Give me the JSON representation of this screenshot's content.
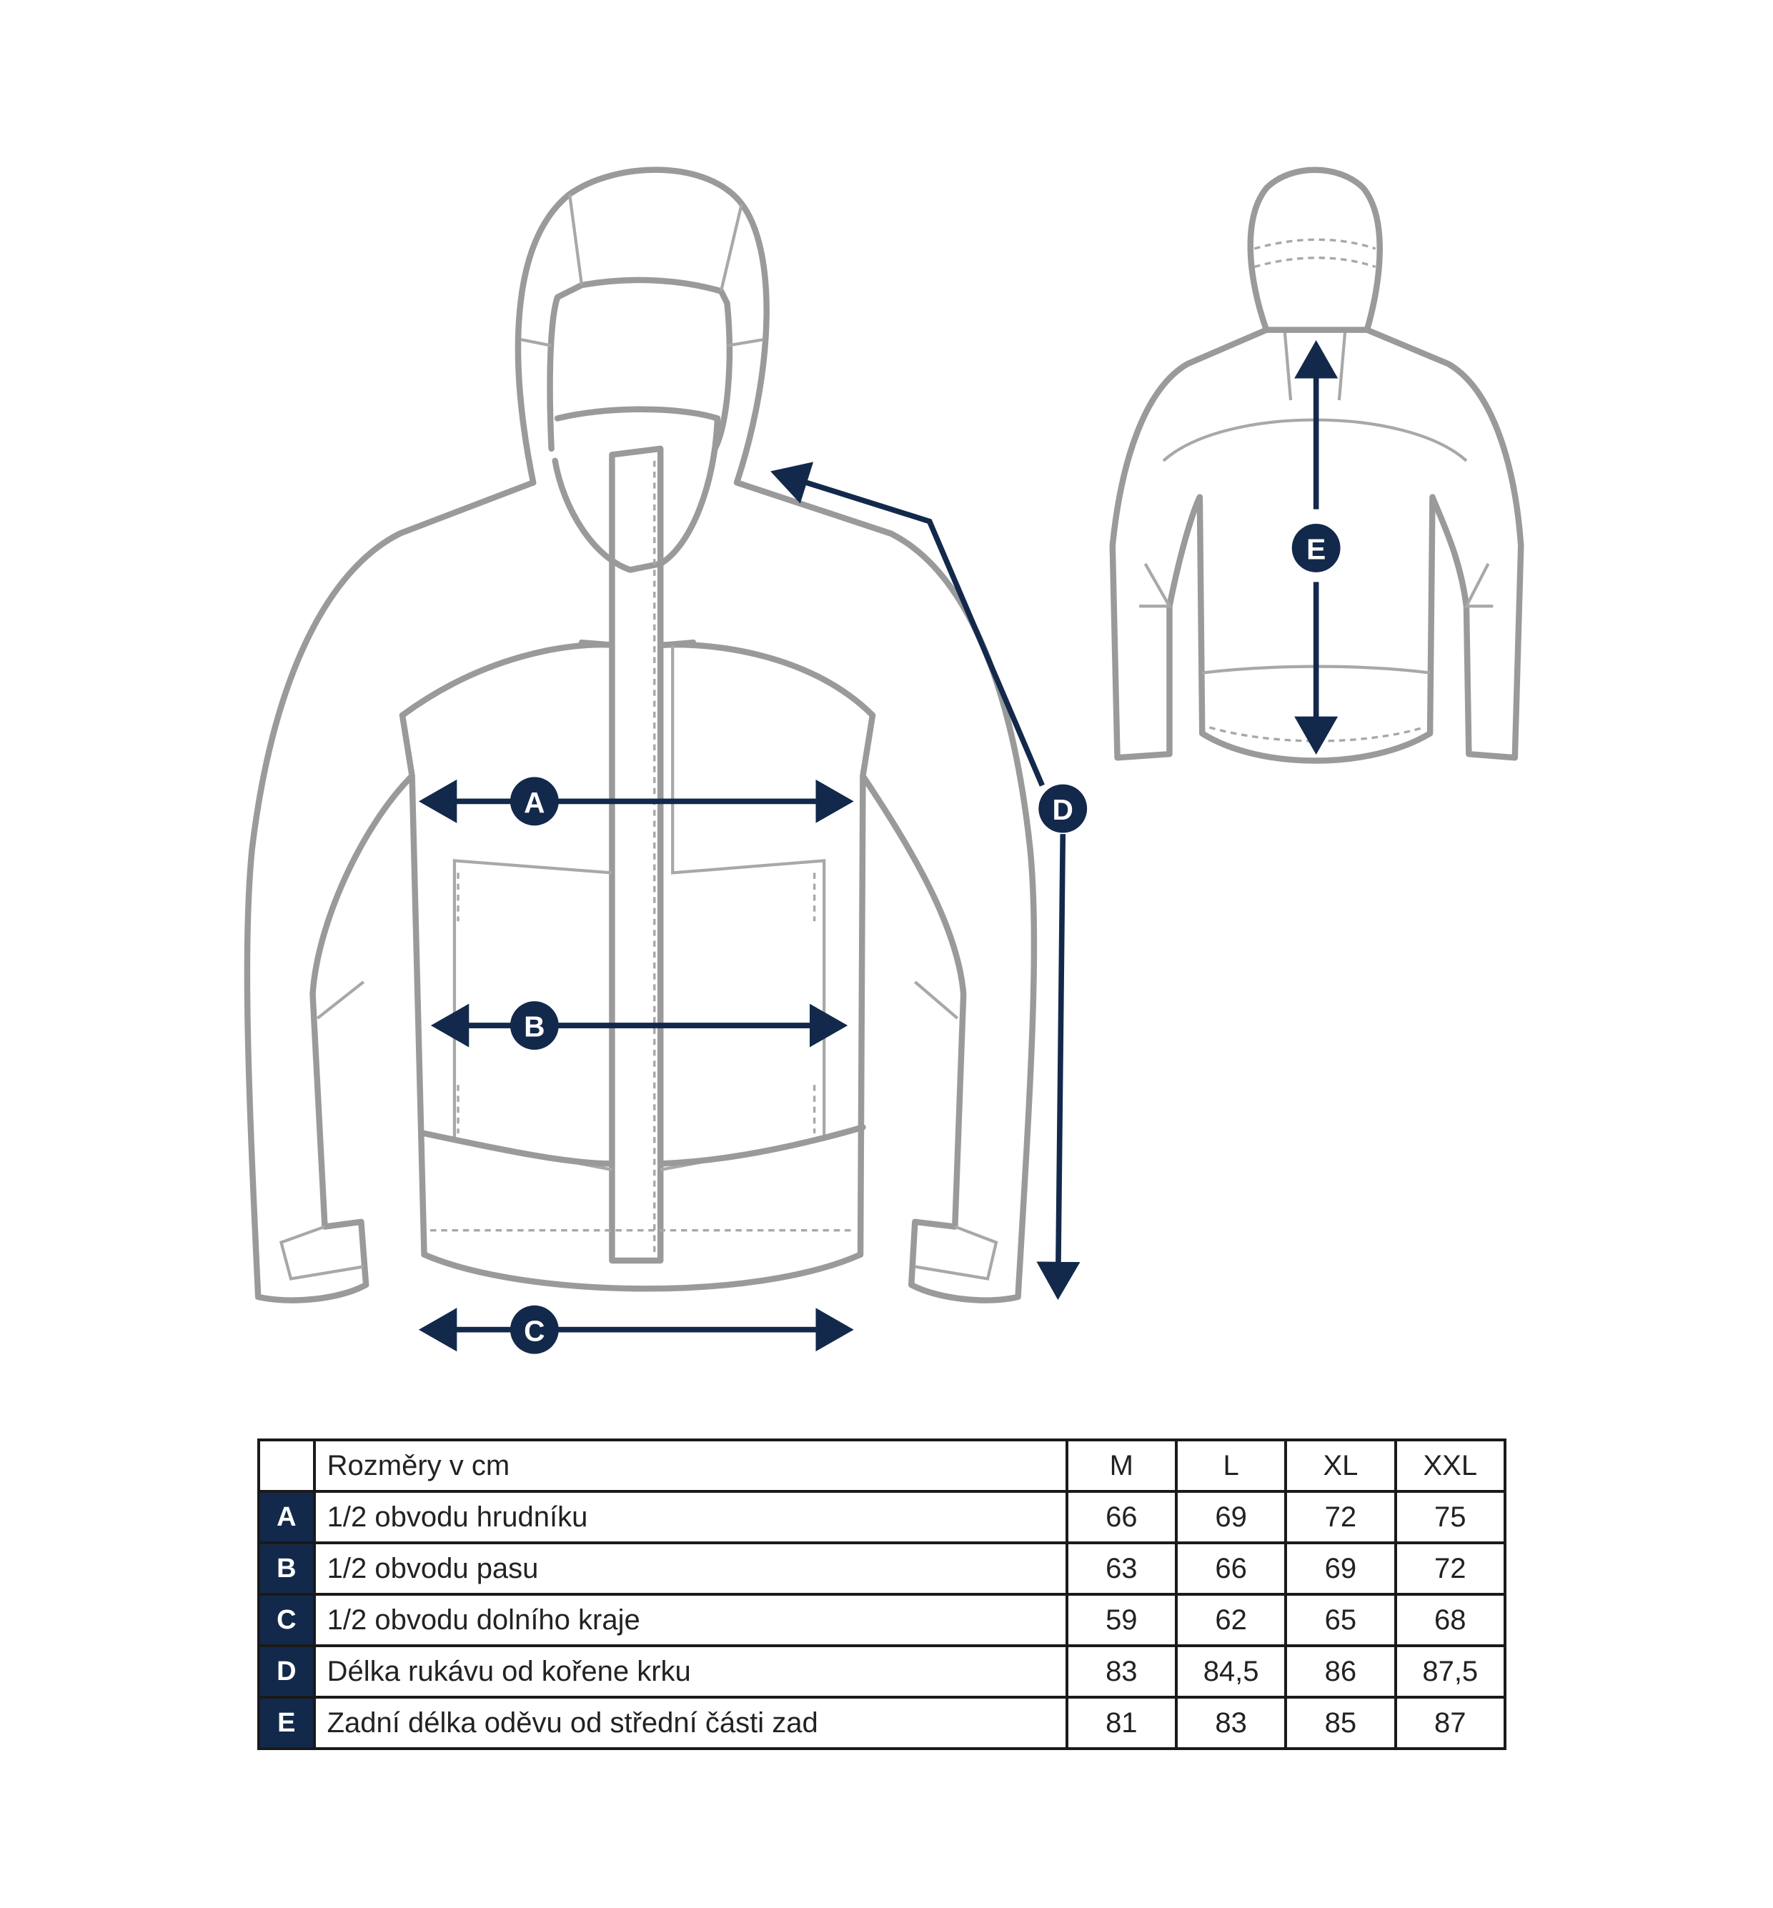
{
  "colors": {
    "measure": "#13294b",
    "outline": "#9a9a9a"
  },
  "markers": {
    "A": "A",
    "B": "B",
    "C": "C",
    "D": "D",
    "E": "E"
  },
  "table": {
    "header": {
      "label": "Rozměry v cm",
      "sizes": [
        "M",
        "L",
        "XL",
        "XXL"
      ]
    },
    "rows": [
      {
        "key": "A",
        "label": "1/2 obvodu hrudníku",
        "values": [
          "66",
          "69",
          "72",
          "75"
        ]
      },
      {
        "key": "B",
        "label": "1/2 obvodu pasu",
        "values": [
          "63",
          "66",
          "69",
          "72"
        ]
      },
      {
        "key": "C",
        "label": "1/2 obvodu dolního kraje",
        "values": [
          "59",
          "62",
          "65",
          "68"
        ]
      },
      {
        "key": "D",
        "label": "Délka rukávu od kořene krku",
        "values": [
          "83",
          "84,5",
          "86",
          "87,5"
        ]
      },
      {
        "key": "E",
        "label": "Zadní délka oděvu od střední části zad",
        "values": [
          "81",
          "83",
          "85",
          "87"
        ]
      }
    ]
  }
}
